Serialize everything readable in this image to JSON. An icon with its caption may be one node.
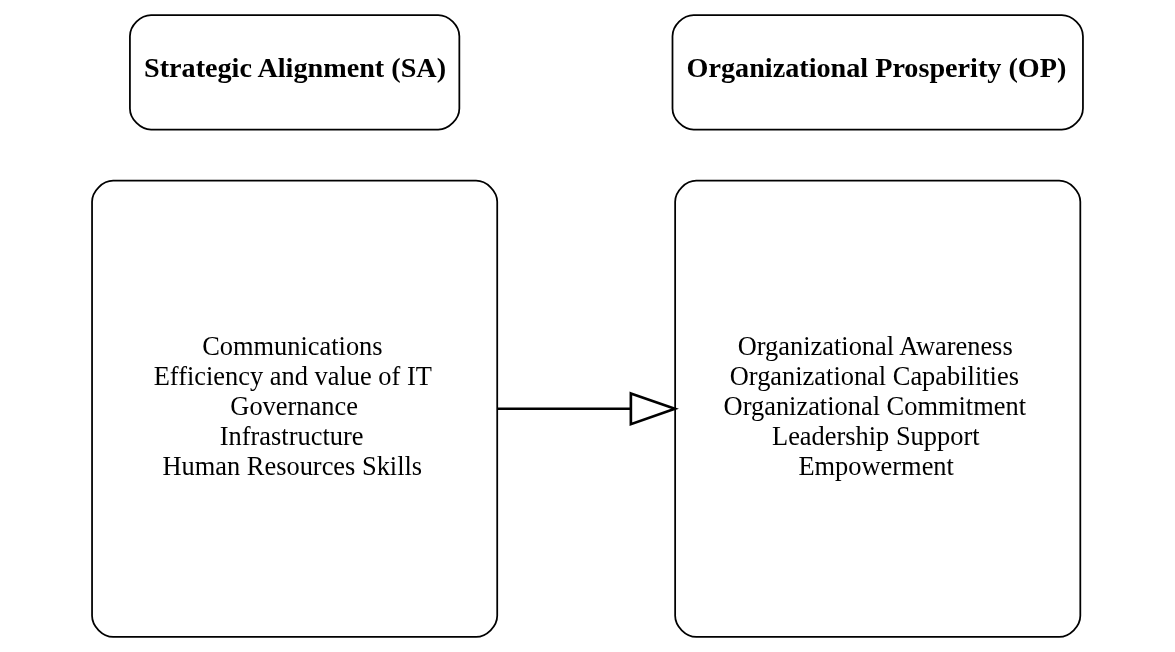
{
  "diagram": {
    "nodes": [
      {
        "text": [
          "Strategic Alignment (SA)"
        ]
      },
      {
        "text": [
          "Communications",
          "Efficiency and value of IT",
          "Governance",
          "Infrastructure",
          "Human Resources Skills"
        ]
      },
      {
        "text": [
          "Organizational Prosperity (OP)"
        ]
      },
      {
        "text": [
          "Organizational Awareness",
          "Organizational Capabilities",
          "Organizational Commitment",
          "Leadership Support",
          "Empowerment"
        ]
      }
    ],
    "edges": [
      {
        "from": 1,
        "to": 3,
        "arrow": "to"
      }
    ]
  }
}
